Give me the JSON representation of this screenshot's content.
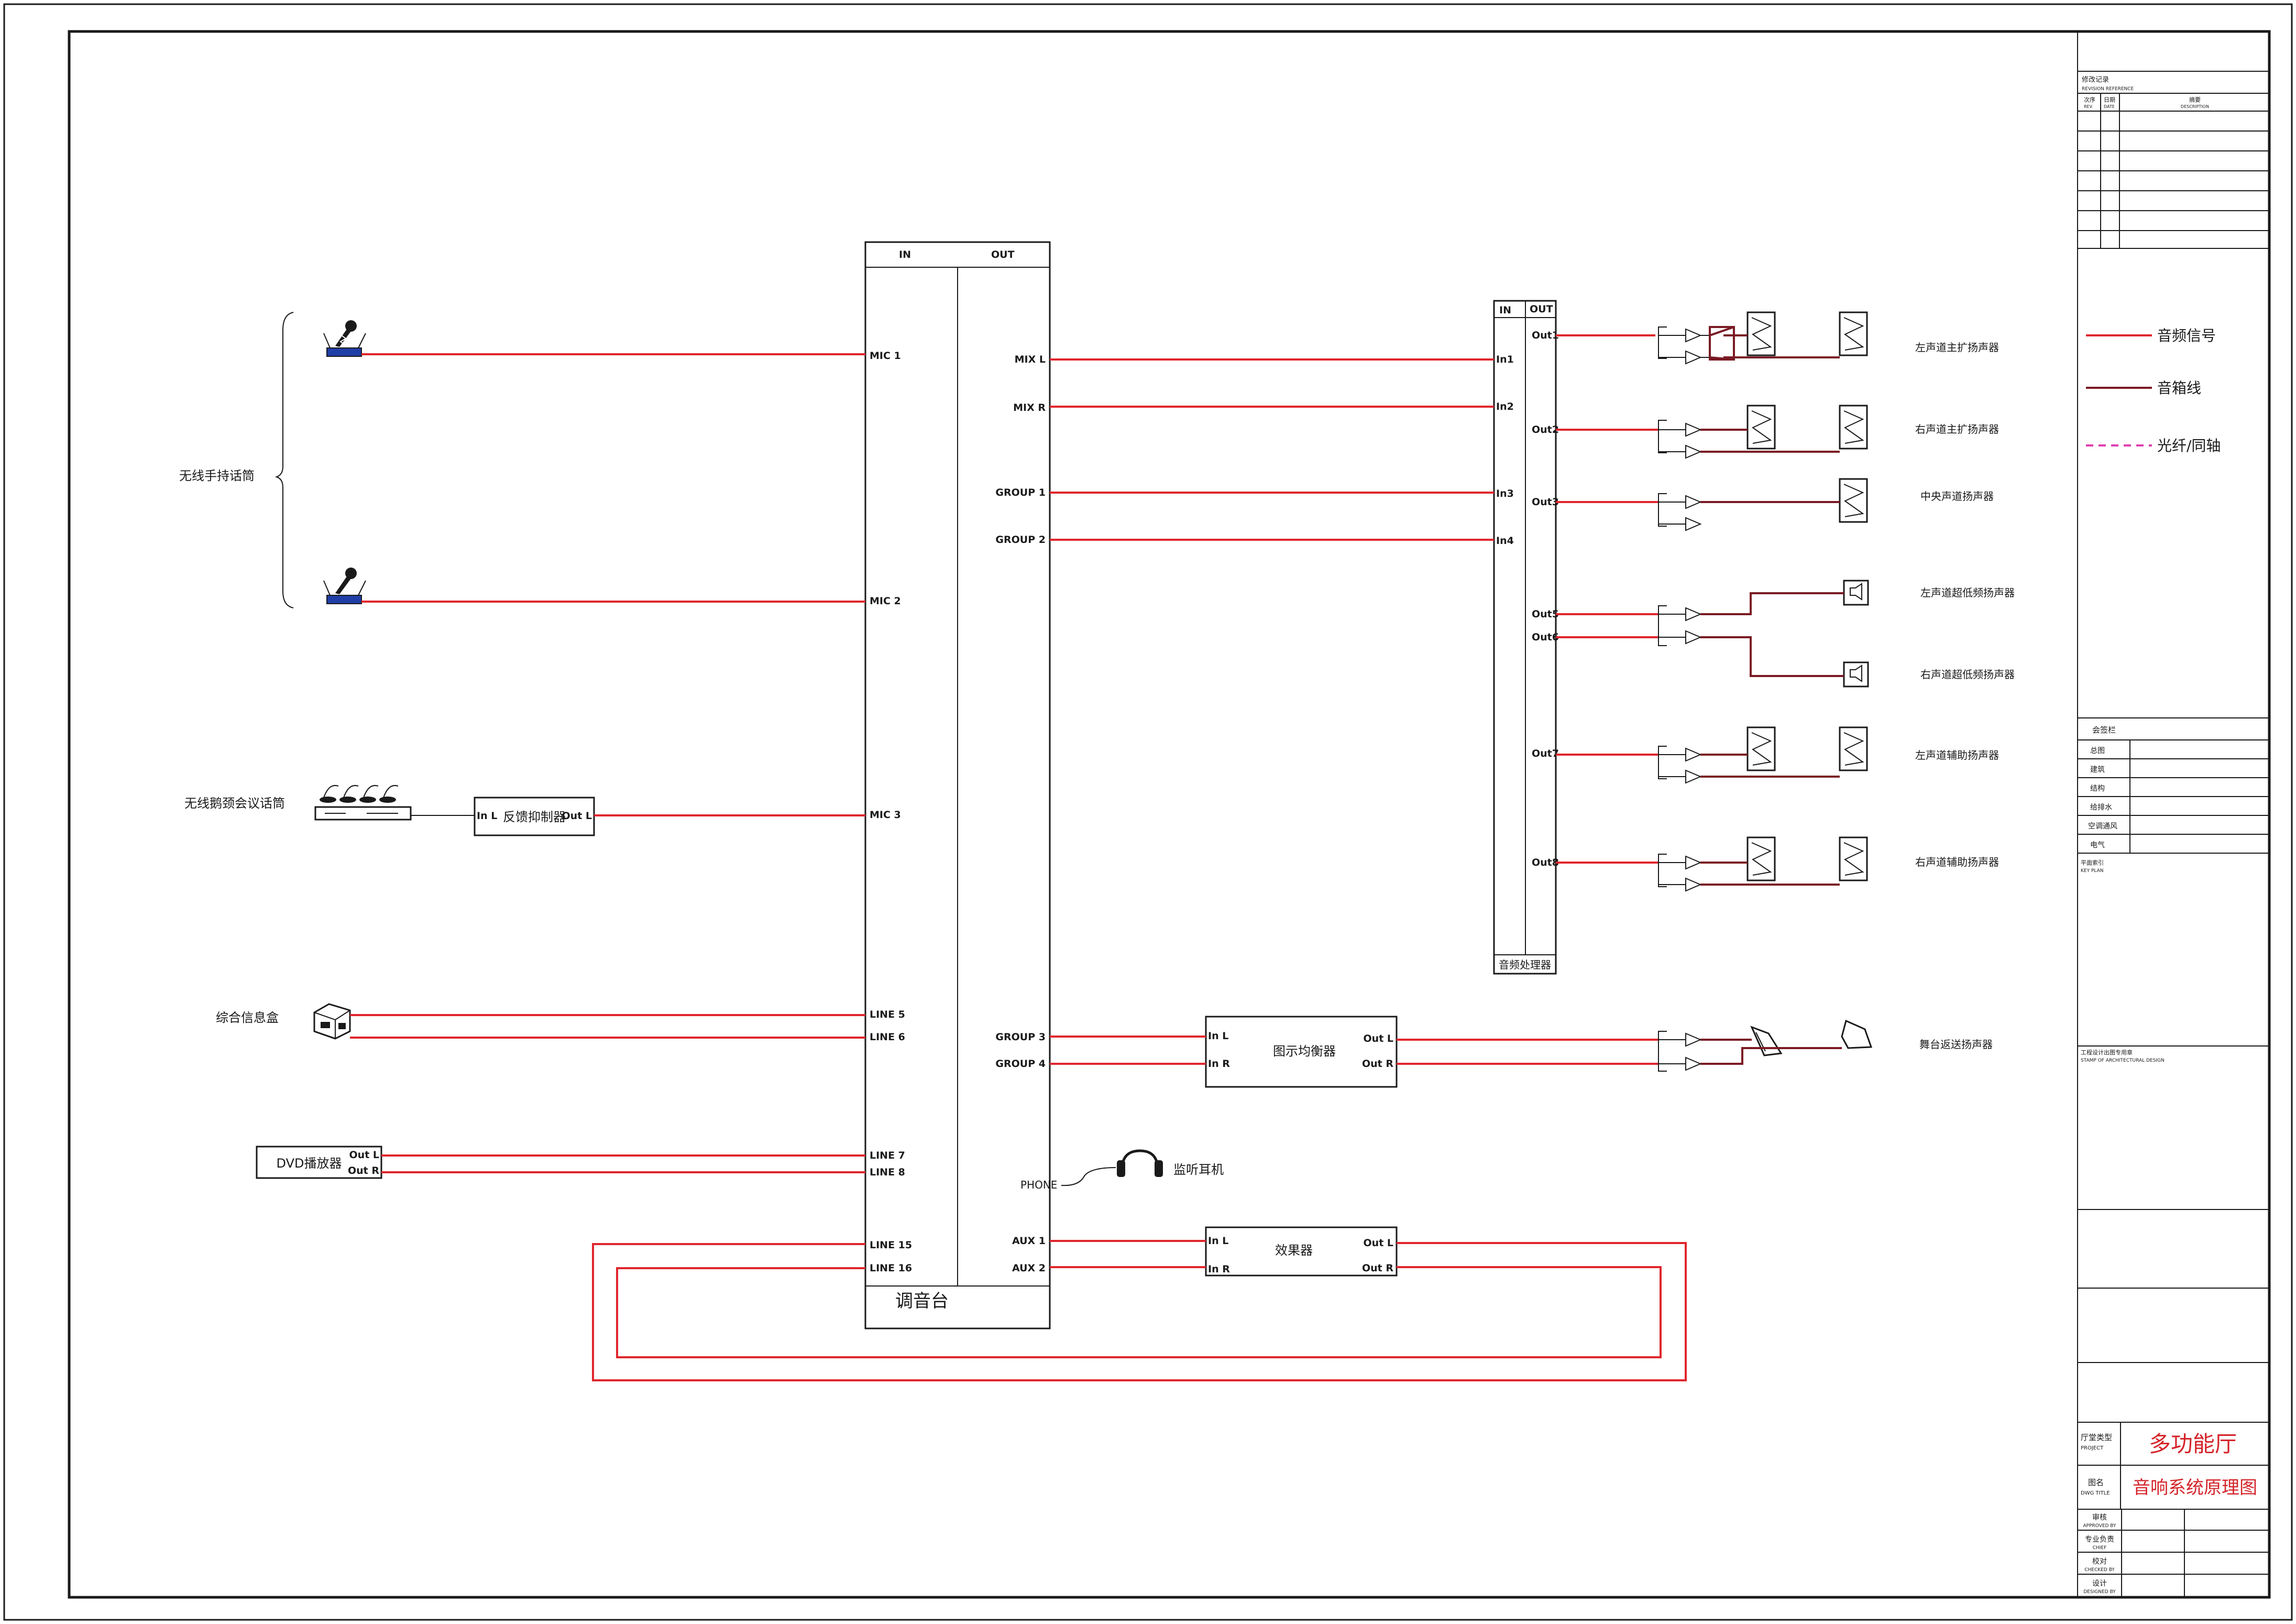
{
  "mixer": {
    "in_label": "IN",
    "out_label": "OUT",
    "name": "调音台",
    "inputs": [
      "MIC 1",
      "MIC 2",
      "MIC 3",
      "LINE 5",
      "LINE 6",
      "LINE 7",
      "LINE 8",
      "LINE 15",
      "LINE 16"
    ],
    "outputs": [
      "MIX L",
      "MIX R",
      "GROUP 1",
      "GROUP 2",
      "GROUP 3",
      "GROUP 4",
      "AUX 1",
      "AUX 2"
    ],
    "phone_label": "PHONE"
  },
  "sources": {
    "wireless_mic": "无线手持话筒",
    "conference_mic": "无线鹅颈会议话筒",
    "feedback_suppressor": "反馈抑制器",
    "info_box": "综合信息盒",
    "dvd": "DVD播放器",
    "headphone": "监听耳机"
  },
  "ports": {
    "in_l": "In L",
    "in_r": "In R",
    "out_l": "Out L",
    "out_r": "Out R"
  },
  "processor": {
    "in_label": "IN",
    "out_label": "OUT",
    "name": "音频处理器",
    "inputs": [
      "In1",
      "In2",
      "In3",
      "In4"
    ],
    "outputs": [
      "Out1",
      "Out2",
      "Out3",
      "Out5",
      "Out6",
      "Out7",
      "Out8"
    ]
  },
  "equalizer": "图示均衡器",
  "effects": "效果器",
  "speakers": [
    "左声道主扩扬声器",
    "右声道主扩扬声器",
    "中央声道扬声器",
    "左声道超低频扬声器",
    "右声道超低频扬声器",
    "左声道辅助扬声器",
    "右声道辅助扬声器",
    "舞台返送扬声器"
  ],
  "legend": {
    "audio": "音频信号",
    "speaker_line": "音箱线",
    "fiber": "光纤/同轴"
  },
  "colors": {
    "audio": "#e0262d",
    "speaker_line": "#7a1a24",
    "fiber": "#e03fb0",
    "title_red": "#d4242a"
  },
  "title_block": {
    "revision": "修改记录",
    "revision_en": "REVISION REFERENCE",
    "rev": "次序",
    "rev_en": "REV.",
    "date": "日期",
    "date_en": "DATE",
    "desc": "摘要",
    "desc_en": "DESCRIPTION",
    "sign_header": "会签栏",
    "sign_rows": [
      "总图",
      "建筑",
      "结构",
      "给排水",
      "空调通风",
      "电气"
    ],
    "key_plan": "平面索引",
    "key_plan_en": "KEY PLAN",
    "stamp": "工程设计出图专用章",
    "stamp_en": "STAMP OF ARCHITECTURAL DESIGN",
    "project_label": "厅堂类型",
    "project_label_en": "PROJECT",
    "project": "多功能厅",
    "title_label": "图名",
    "title_label_en": "DWG TITLE",
    "title": "音响系统原理图",
    "roles": [
      {
        "cn": "审核",
        "en": "APPROVED BY"
      },
      {
        "cn": "专业负责",
        "en": "CHIEF"
      },
      {
        "cn": "校对",
        "en": "CHECKED BY"
      },
      {
        "cn": "设计",
        "en": "DESIGNED BY"
      }
    ]
  }
}
